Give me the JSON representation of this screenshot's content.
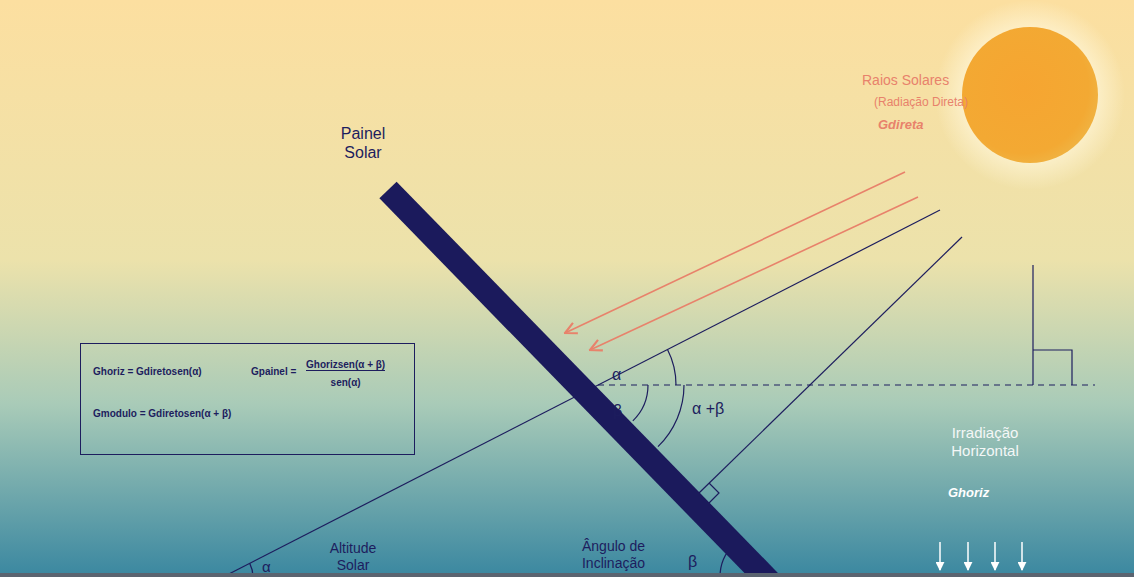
{
  "diagram": {
    "nodes": [
      {
        "text": [
          "Ghoriz = Gdiretosen(α)",
          "Gpainel =",
          "Ghorizsen(α + β)",
          "sen(α)",
          "Gmodulo = Gdiretosen(α + β)"
        ]
      }
    ],
    "labels": [
      "Raios Solares",
      "(Radiação Direta)",
      "Gdireta",
      "Painel Solar",
      "α",
      "β",
      "α +β",
      "Altitude Solar",
      "α",
      "Ângulo de Inclinação",
      "β",
      "Irradiação Horizontal",
      "Ghoriz"
    ]
  }
}
